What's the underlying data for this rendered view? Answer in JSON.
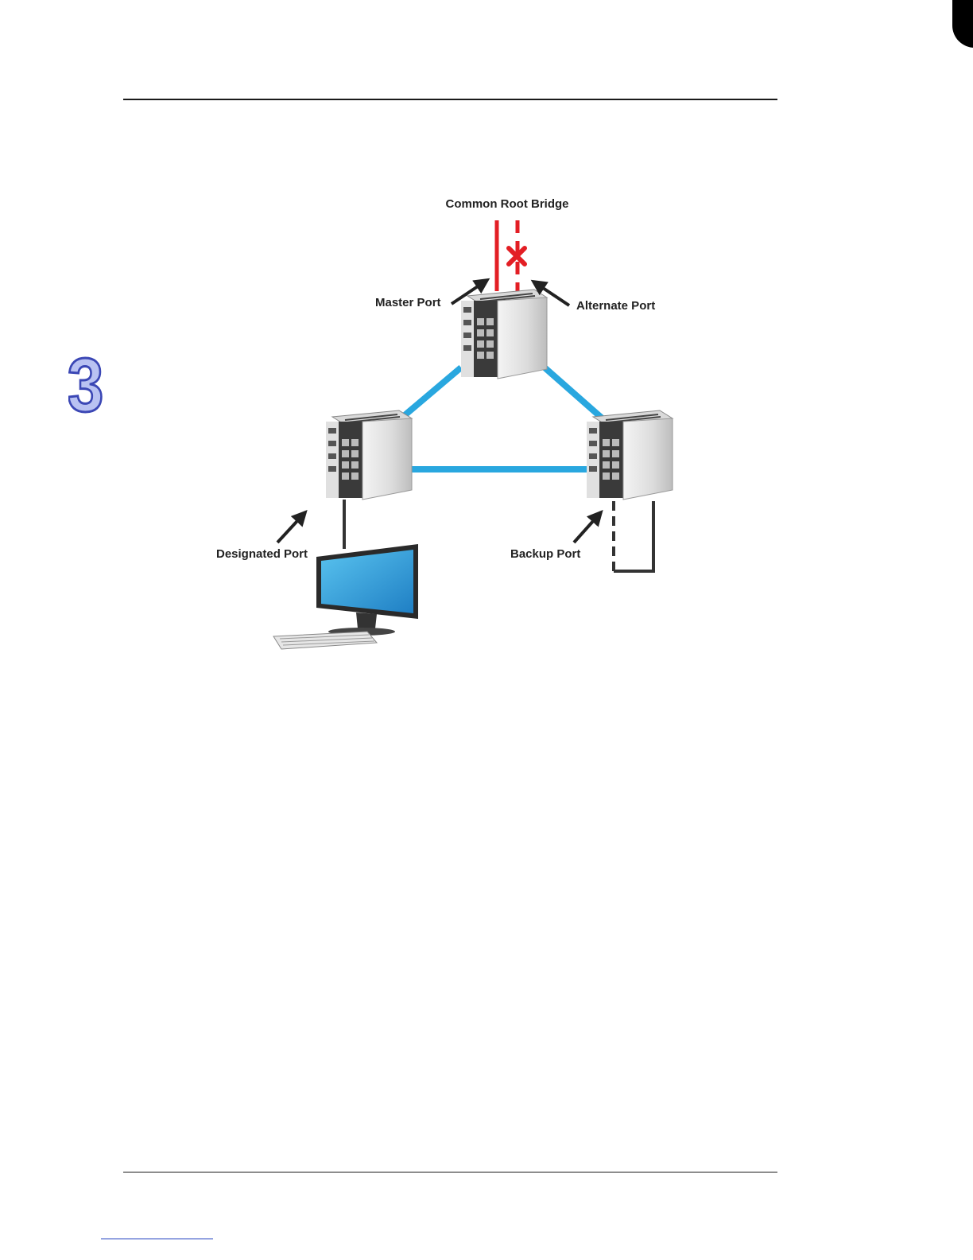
{
  "chapter_number": "3",
  "diagram": {
    "top_label": "Common Root Bridge",
    "port_labels": {
      "master": "Master Port",
      "alternate": "Alternate Port",
      "designated": "Designated Port",
      "backup": "Backup Port"
    }
  },
  "colors": {
    "root_link": "#e31e24",
    "bridge_link": "#29a7df",
    "cable": "#333333",
    "rule": "#1a1a1a",
    "chapter_fill": "#b9c2f2",
    "chapter_outline": "#3b47b5",
    "monitor_screen": "#2d9fd8"
  },
  "icons": [
    "switch-icon",
    "computer-icon",
    "block-x-icon"
  ]
}
